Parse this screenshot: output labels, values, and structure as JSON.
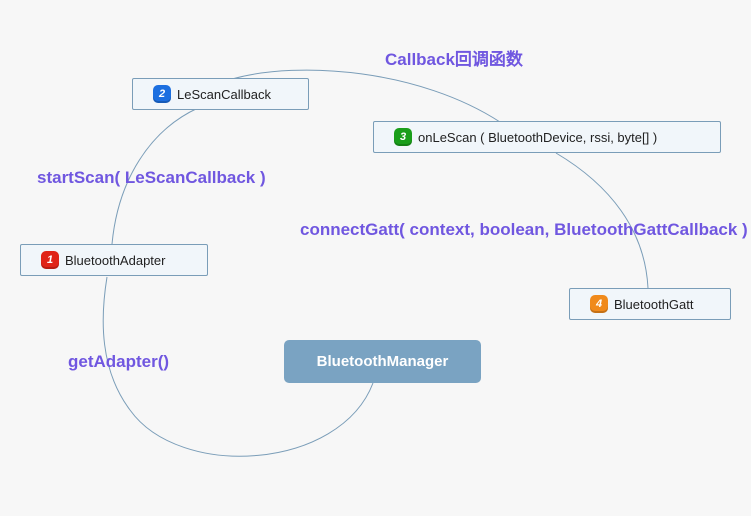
{
  "center": {
    "label": "BluetoothManager"
  },
  "nodes": [
    {
      "number": "2",
      "label": "LeScanCallback",
      "badge_color": "#1c6fe0"
    },
    {
      "number": "3",
      "label": "onLeScan ( BluetoothDevice, rssi, byte[] )",
      "badge_color": "#1a9e1a"
    },
    {
      "number": "1",
      "label": "BluetoothAdapter",
      "badge_color": "#e02418"
    },
    {
      "number": "4",
      "label": "BluetoothGatt",
      "badge_color": "#f08a1c"
    }
  ],
  "edge_labels": {
    "callback": "Callback回调函数",
    "start_scan": "startScan( LeScanCallback )",
    "connect_gatt": "connectGatt( context, boolean, BluetoothGattCallback )",
    "get_adapter": "getAdapter()"
  },
  "colors": {
    "connector": "#7a9db8",
    "edge_label": "#7057e0",
    "center_fill": "#7aa3c2"
  }
}
